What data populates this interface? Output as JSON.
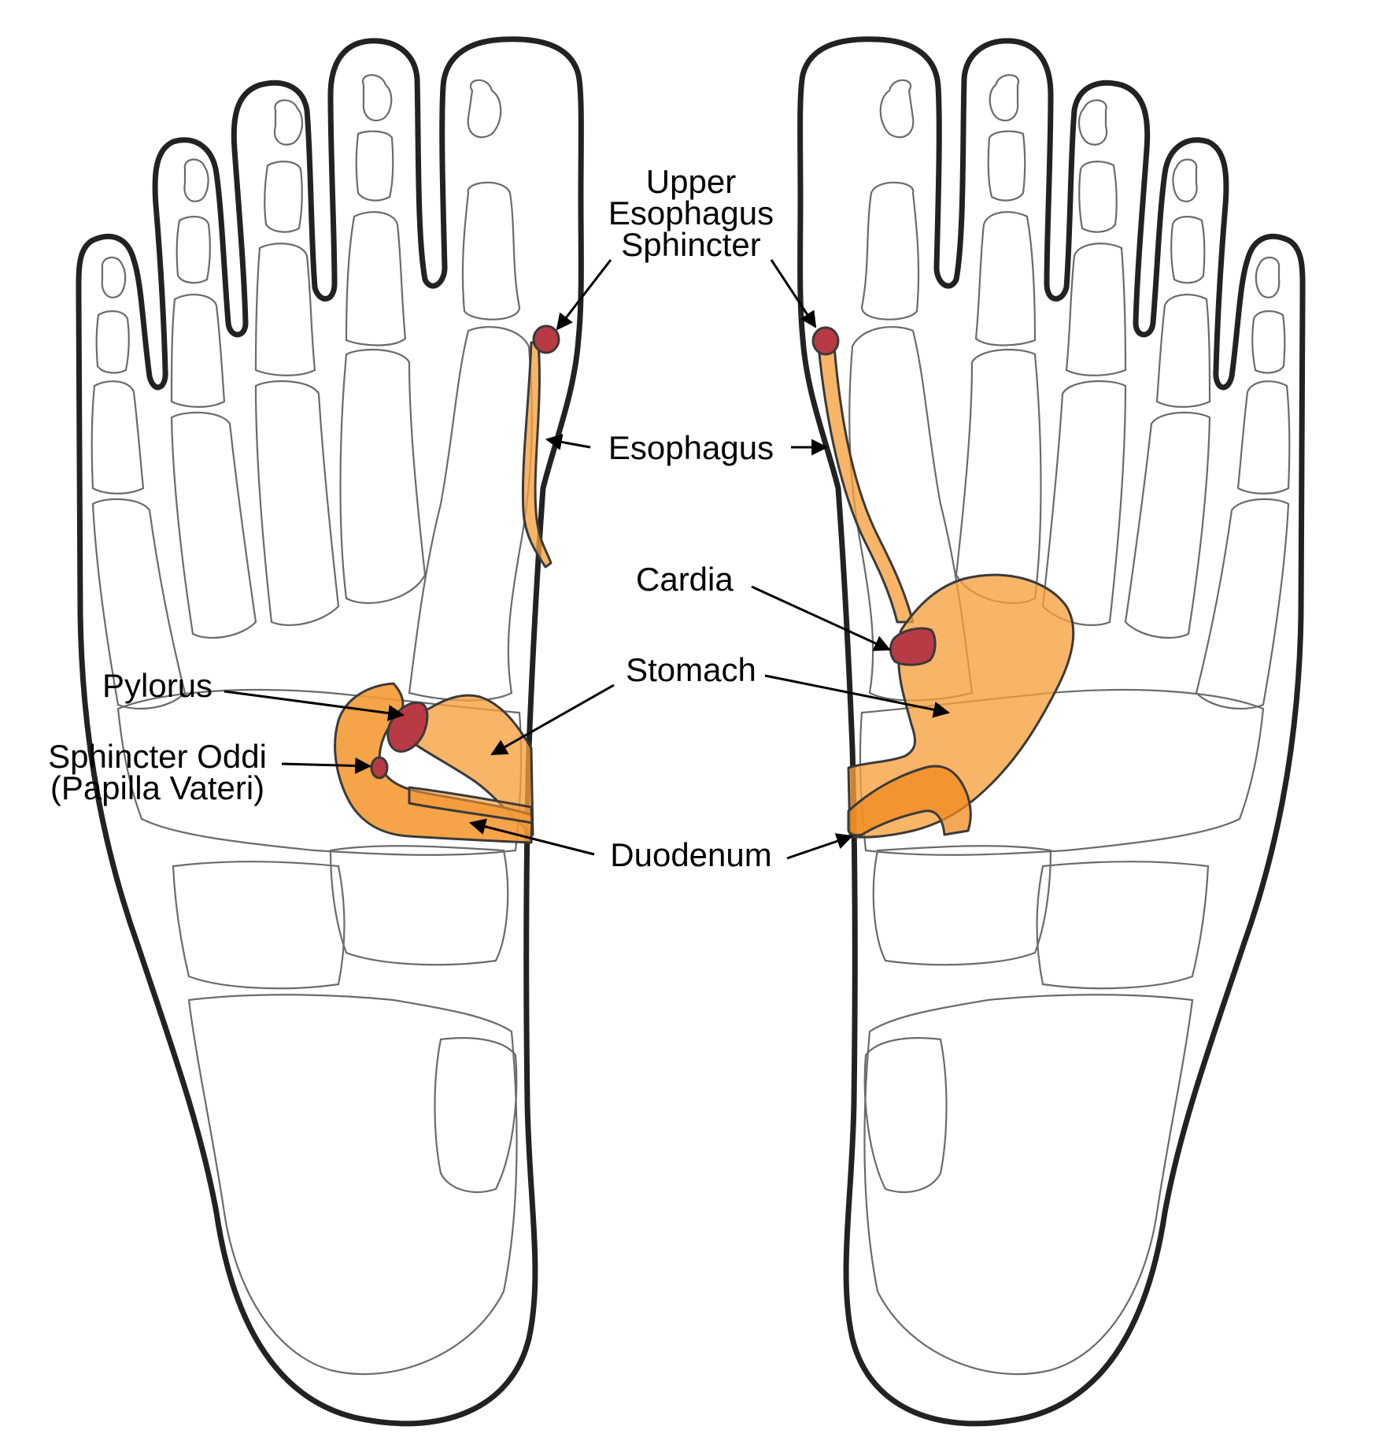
{
  "labels": {
    "upper_esophagus_sphincter": [
      "Upper",
      "Esophagus",
      "Sphincter"
    ],
    "esophagus": "Esophagus",
    "cardia": "Cardia",
    "stomach": "Stomach",
    "pylorus": "Pylorus",
    "sphincter_oddi": [
      "Sphincter Oddi",
      "(Papilla Vateri)"
    ],
    "duodenum": "Duodenum"
  },
  "colors": {
    "organ_fill": "#f7a03c",
    "organ_fill_dark": "#f08a1e",
    "sphincter_fill": "#b83a45",
    "outline": "#222222",
    "bone_lines": "#6b6b6b"
  }
}
